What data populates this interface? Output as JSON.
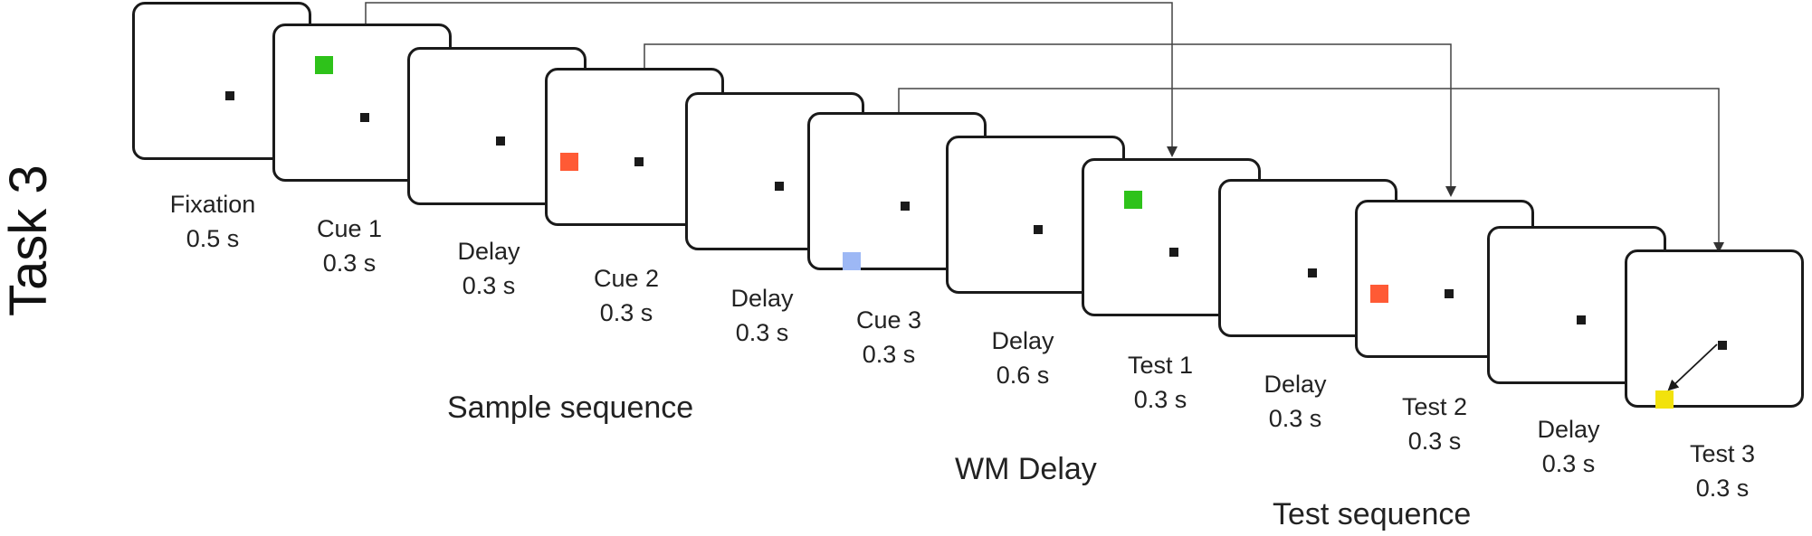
{
  "task_label": "Task 3",
  "frames": [
    {
      "id": "fixation",
      "label": "Fixation",
      "duration": "0.5 s"
    },
    {
      "id": "cue-1",
      "label": "Cue 1",
      "duration": "0.3 s",
      "square_color": "#2ec21a"
    },
    {
      "id": "delay-1",
      "label": "Delay",
      "duration": "0.3 s"
    },
    {
      "id": "cue-2",
      "label": "Cue 2",
      "duration": "0.3 s",
      "square_color": "#ff5a35"
    },
    {
      "id": "delay-2",
      "label": "Delay",
      "duration": "0.3 s"
    },
    {
      "id": "cue-3",
      "label": "Cue 3",
      "duration": "0.3 s",
      "square_color": "#9db8f5"
    },
    {
      "id": "wm-delay",
      "label": "Delay",
      "duration": "0.6 s"
    },
    {
      "id": "test-1",
      "label": "Test 1",
      "duration": "0.3 s",
      "square_color": "#2ec21a"
    },
    {
      "id": "delay-3",
      "label": "Delay",
      "duration": "0.3 s"
    },
    {
      "id": "test-2",
      "label": "Test 2",
      "duration": "0.3 s",
      "square_color": "#ff5a35"
    },
    {
      "id": "delay-4",
      "label": "Delay",
      "duration": "0.3 s"
    },
    {
      "id": "test-3",
      "label": "Test 3",
      "duration": "0.3 s",
      "square_color": "#f2e20c"
    }
  ],
  "sections": {
    "sample_sequence": "Sample sequence",
    "wm_delay": "WM Delay",
    "test_sequence": "Test sequence"
  },
  "colors": {
    "frame_border": "#1a1a1a",
    "fixation_dot": "#1a1a1a",
    "connector_line": "#444444"
  }
}
